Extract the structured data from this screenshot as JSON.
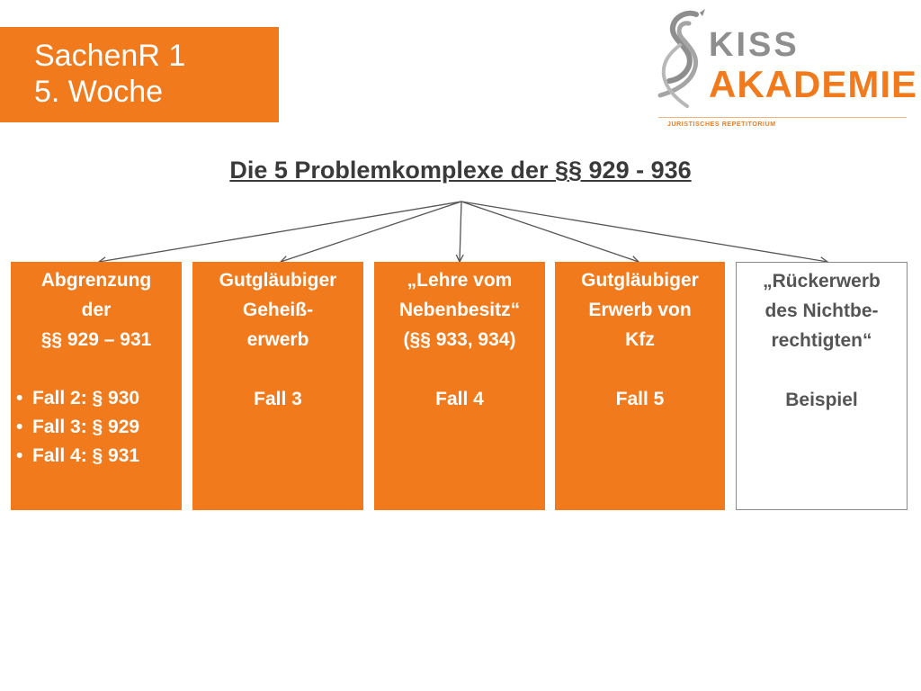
{
  "slide": {
    "title_line1": "SachenR 1",
    "title_line2": "5. Woche",
    "heading": "Die 5 Problemkomplexe der §§ 929 - 936"
  },
  "logo": {
    "word1": "KISS",
    "word2": "AKADEMIE",
    "subtitle": "JURISTISCHES REPETITORIUM",
    "icon": "phoenix-s-icon"
  },
  "boxes": [
    {
      "lines": [
        "Abgrenzung",
        "der",
        "§§ 929 – 931"
      ],
      "bullets": [
        "Fall 2: § 930",
        "Fall 3: § 929",
        "Fall 4: § 931"
      ]
    },
    {
      "lines": [
        "Gutgläubiger",
        "Geheiß-",
        "erwerb"
      ],
      "footer": "Fall 3"
    },
    {
      "lines": [
        "„Lehre vom",
        "Nebenbesitz“",
        "(§§ 933, 934)"
      ],
      "footer": "Fall 4"
    },
    {
      "lines": [
        "Gutgläubiger",
        "Erwerb von",
        "Kfz"
      ],
      "footer": "Fall 5"
    },
    {
      "lines": [
        "„Rückerwerb",
        "des Nichtbe-",
        "rechtigten“"
      ],
      "footer": "Beispiel"
    }
  ],
  "colors": {
    "accent": "#f07a1c",
    "heading": "#3a3a3a",
    "arrow": "#555555",
    "logo_gray": "#8e8e8e"
  }
}
